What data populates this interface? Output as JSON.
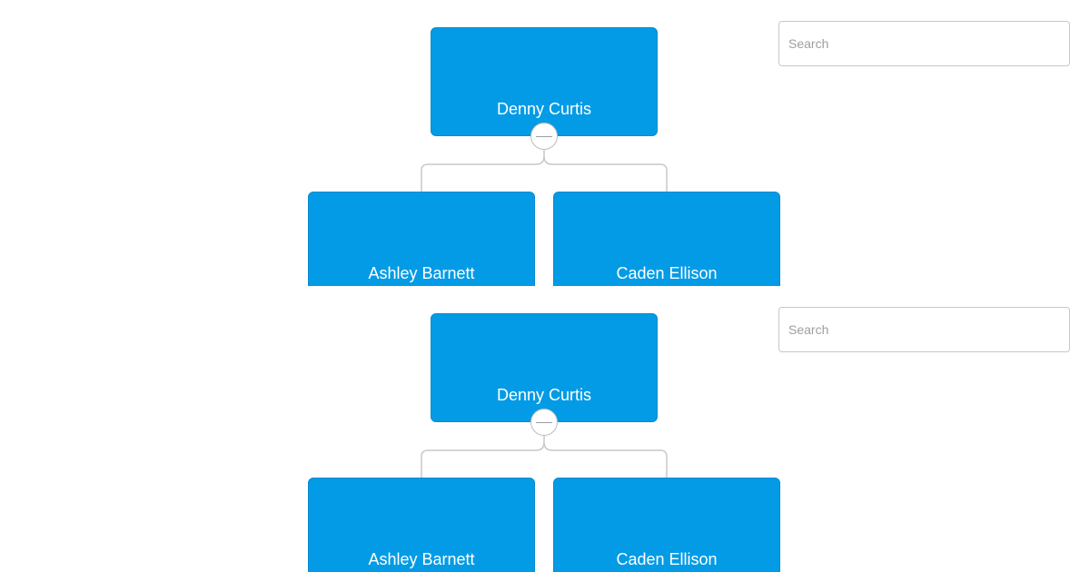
{
  "panels": [
    {
      "search": {
        "placeholder": "Search"
      },
      "root": {
        "name": "Denny Curtis"
      },
      "children": [
        {
          "name": "Ashley Barnett"
        },
        {
          "name": "Caden Ellison"
        }
      ]
    },
    {
      "search": {
        "placeholder": "Search"
      },
      "root": {
        "name": "Denny Curtis"
      },
      "children": [
        {
          "name": "Ashley Barnett"
        },
        {
          "name": "Caden Ellison"
        }
      ]
    }
  ],
  "colors": {
    "node_fill": "#039be5",
    "connector": "#c8c8c8",
    "text": "#ffffff"
  },
  "icons": {
    "toggle": "minus-icon"
  }
}
